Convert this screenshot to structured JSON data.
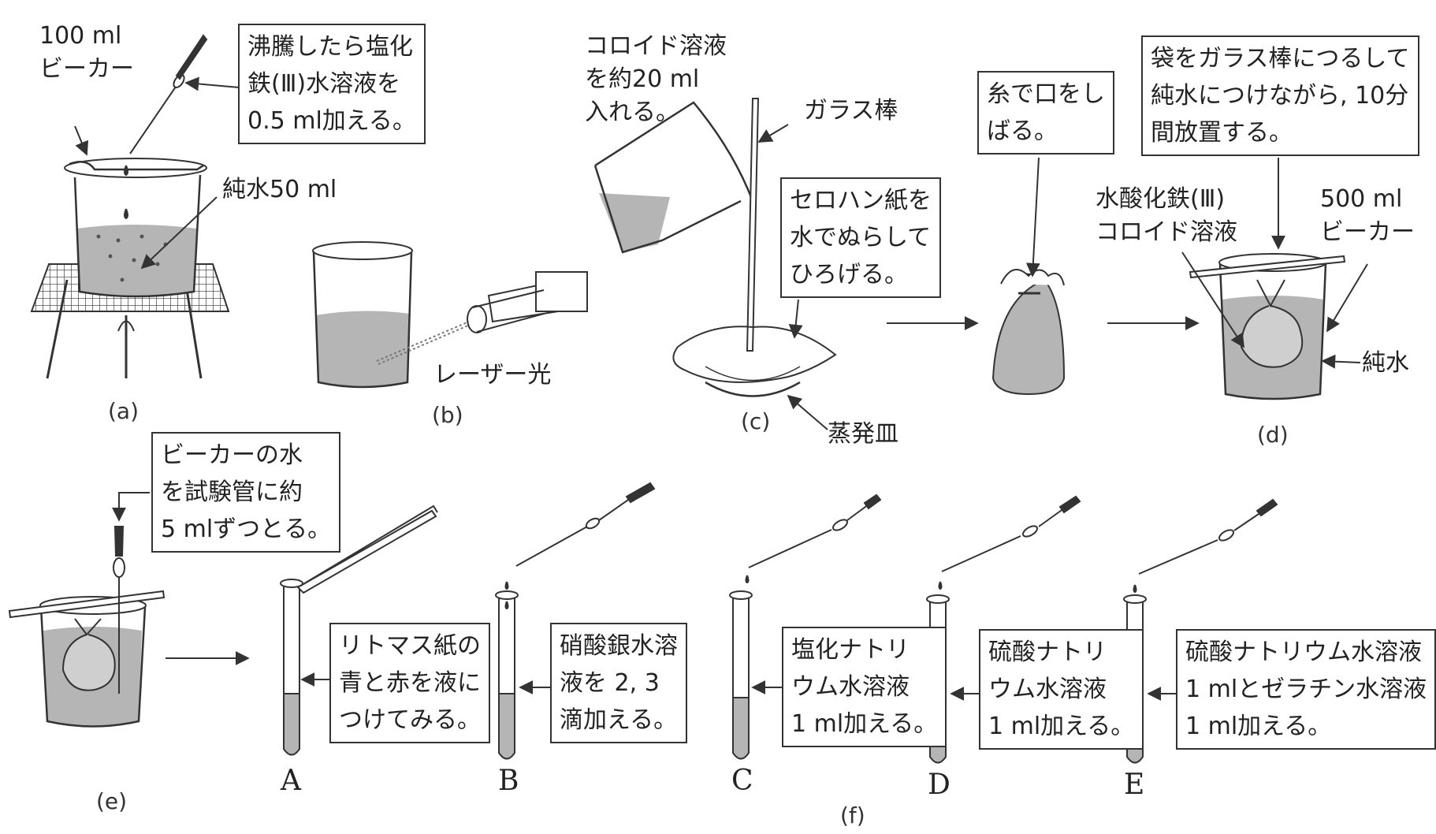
{
  "labels": {
    "a": {
      "beaker": "100 ml\nビーカー",
      "instruction": "沸騰したら塩化\n鉄(Ⅲ)水溶液を\n0.5 ml加える。",
      "water": "純水50 ml",
      "caption": "(a)"
    },
    "b": {
      "laser": "レーザー光",
      "caption": "(b)"
    },
    "c": {
      "colloid": "コロイド溶液\nを約20 ml\n入れる。",
      "rod": "ガラス棒",
      "cellophane": "セロハン紙を\n水でぬらして\nひろげる。",
      "dish": "蒸発皿",
      "caption": "(c)"
    },
    "tie": "糸で口をし\nばる。",
    "d": {
      "instruction": "袋をガラス棒につるして\n純水につけながら, 10分\n間放置する。",
      "colloid": "水酸化鉄(Ⅲ)\nコロイド溶液",
      "beaker": "500 ml\nビーカー",
      "water": "純水",
      "caption": "(d)"
    },
    "e": {
      "instruction": "ビーカーの水\nを試験管に約\n5 mlずつとる。",
      "caption": "(e)"
    },
    "f": {
      "caption": "(f)",
      "tubes": [
        {
          "letter": "A",
          "text": "リトマス紙の\n青と赤を液に\nつけてみる。"
        },
        {
          "letter": "B",
          "text": "硝酸銀水溶\n液を 2, 3\n滴加える。"
        },
        {
          "letter": "C",
          "text": "塩化ナトリ\nウム水溶液\n1 ml加える。"
        },
        {
          "letter": "D",
          "text": "硫酸ナトリ\nウム水溶液\n1 ml加える。"
        },
        {
          "letter": "E",
          "text": "硫酸ナトリウム水溶液\n1 mlとゼラチン水溶液\n1 ml加える。"
        }
      ]
    }
  },
  "colors": {
    "liquid": "#b5b5b5",
    "ink": "#333333",
    "paper": "#ffffff"
  }
}
